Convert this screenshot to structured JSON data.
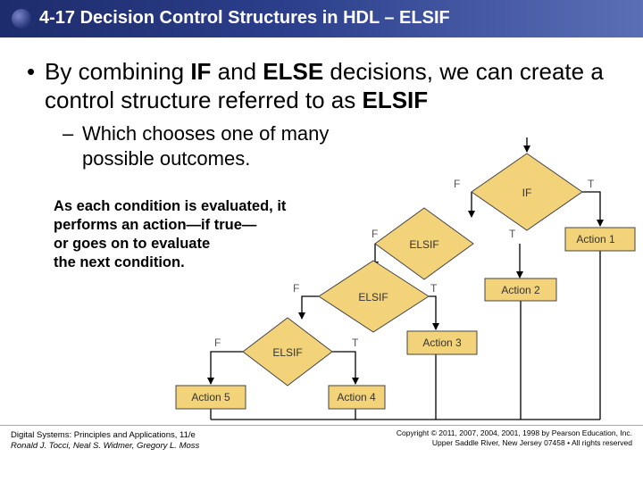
{
  "header": {
    "title": "4-17 Decision Control Structures in HDL – ELSIF"
  },
  "bullet": {
    "marker": "•",
    "pre": "By combining ",
    "kw1": "IF",
    "mid": " and ",
    "kw2": "ELSE",
    "post": " decisions, we can create a control structure referred to as ",
    "kw3": "ELSIF"
  },
  "subbullet": {
    "marker": "–",
    "text": "Which chooses one of many possible outcomes."
  },
  "note": [
    "As each condition is evaluated, it",
    "performs an action—if true—",
    "or goes on to evaluate",
    "the next condition."
  ],
  "flowchart": {
    "decisions": [
      "IF",
      "ELSIF",
      "ELSIF",
      "ELSIF"
    ],
    "actions": [
      "Action 1",
      "Action 2",
      "Action 3",
      "Action 4",
      "Action 5"
    ],
    "false_label": "F",
    "true_label": "T"
  },
  "footer": {
    "book": "Digital Systems: Principles and Applications, 11/e",
    "authors": "Ronald J. Tocci, Neal S. Widmer, Gregory L. Moss",
    "copyright": "Copyright © 2011, 2007, 2004, 2001, 1998  by Pearson Education, Inc.",
    "address": "Upper Saddle River, New Jersey 07458 • All rights reserved"
  },
  "colors": {
    "header": "#2c3f8c",
    "diamond": "#f3d37a",
    "box": "#f3d37a"
  }
}
